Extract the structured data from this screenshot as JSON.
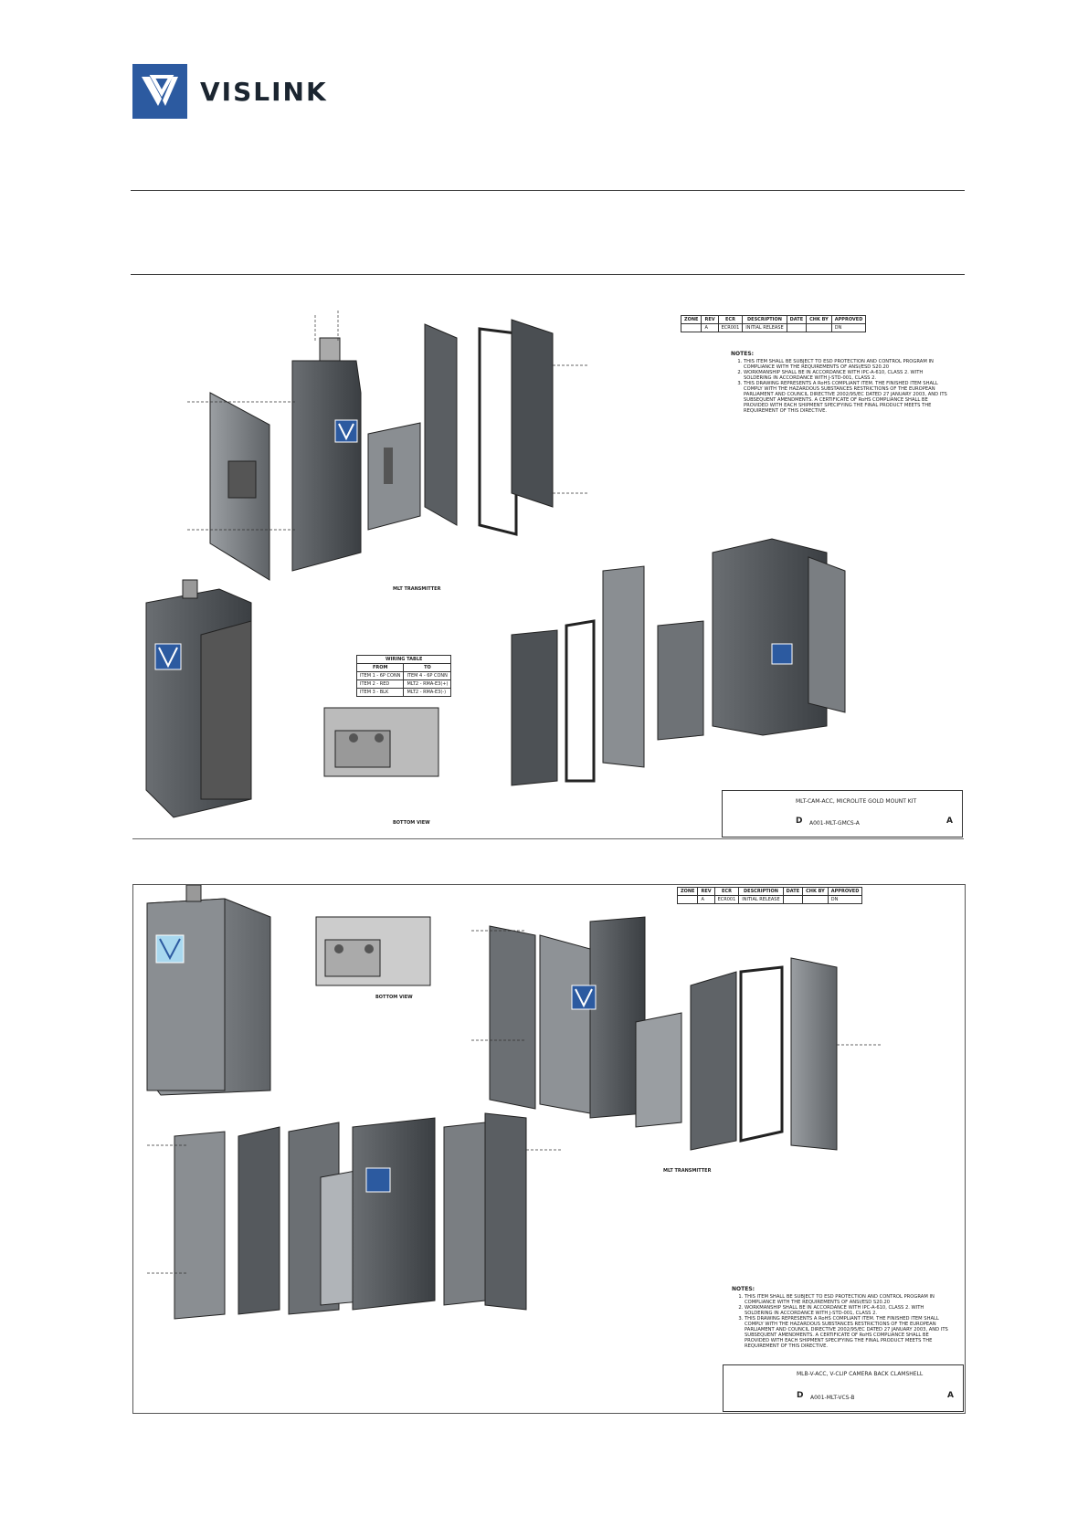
{
  "header": {
    "brand": "VISLINK",
    "logo_color": "#2c5aa0"
  },
  "sheet1": {
    "revision_header": [
      "ZONE",
      "REV",
      "ECR",
      "DESCRIPTION",
      "DATE",
      "CHK BY",
      "APPROVED"
    ],
    "revision_row": [
      "",
      "A",
      "ECR001",
      "INITIAL RELEASE",
      "",
      "",
      "DN"
    ],
    "notes_title": "NOTES:",
    "notes": [
      "THIS ITEM SHALL BE SUBJECT TO ESD PROTECTION AND CONTROL PROGRAM IN COMPLIANCE WITH THE REQUIREMENTS OF ANSI/ESD S20.20",
      "WORKMANSHIP SHALL BE IN ACCORDANCE WITH IPC-A-610, CLASS 2. WITH SOLDERING IN ACCORDANCE WITH J-STD-001, CLASS 2.",
      "THIS DRAWING REPRESENTS A RoHS COMPLIANT ITEM. THE FINISHED ITEM SHALL COMPLY WITH THE HAZARDOUS SUBSTANCES RESTRICTIONS OF THE EUROPEAN PARLIAMENT AND COUNCIL DIRECTIVE 2002/95/EC DATED 27 JANUARY 2003, AND ITS SUBSEQUENT AMENDMENTS. A CERTIFICATE OF RoHS COMPLIANCE SHALL BE PROVIDED WITH EACH SHIPMENT SPECIFYING THE FINAL PRODUCT MEETS THE REQUIREMENT OF THIS DIRECTIVE."
    ],
    "wiring_table_title": "WIRING TABLE",
    "wiring_header": [
      "FROM",
      "TO"
    ],
    "wiring_rows": [
      [
        "ITEM 1 - 6P CONN",
        "ITEM 4 - 6P CONN"
      ],
      [
        "ITEM 2 - RED",
        "MLT2 - RMA-E3(+)"
      ],
      [
        "ITEM 3 - BLK",
        "MLT2 - RMA-E3(-)"
      ]
    ],
    "caption_transmitter": "MLT TRANSMITTER",
    "caption_bottom": "BOTTOM VIEW",
    "title_block_title": "MLT-CAM-ACC, MICROLITE GOLD MOUNT KIT",
    "title_block_size": "D",
    "title_block_dwg": "A001-MLT-GMCS-A",
    "title_block_rev": "A"
  },
  "sheet2": {
    "revision_header": [
      "ZONE",
      "REV",
      "ECR",
      "DESCRIPTION",
      "DATE",
      "CHK BY",
      "APPROVED"
    ],
    "revision_row": [
      "",
      "A",
      "ECR001",
      "INITIAL RELEASE",
      "",
      "",
      "DN"
    ],
    "caption_bottom": "BOTTOM VIEW",
    "caption_transmitter": "MLT TRANSMITTER",
    "notes_title": "NOTES:",
    "notes": [
      "THIS ITEM SHALL BE SUBJECT TO ESD PROTECTION AND CONTROL PROGRAM IN COMPLIANCE WITH THE REQUIREMENTS OF ANSI/ESD S20.20",
      "WORKMANSHIP SHALL BE IN ACCORDANCE WITH IPC-A-610, CLASS 2. WITH SOLDERING IN ACCORDANCE WITH J-STD-001, CLASS 2.",
      "THIS DRAWING REPRESENTS A RoHS COMPLIANT ITEM. THE FINISHED ITEM SHALL COMPLY WITH THE HAZARDOUS SUBSTANCES RESTRICTIONS OF THE EUROPEAN PARLIAMENT AND COUNCIL DIRECTIVE 2002/95/EC DATED 27 JANUARY 2003, AND ITS SUBSEQUENT AMENDMENTS. A CERTIFICATE OF RoHS COMPLIANCE SHALL BE PROVIDED WITH EACH SHIPMENT SPECIFYING THE FINAL PRODUCT MEETS THE REQUIREMENT OF THIS DIRECTIVE."
    ],
    "title_block_title": "MLB-V-ACC, V-CLIP CAMERA BACK CLAMSHELL",
    "title_block_size": "D",
    "title_block_dwg": "A001-MLT-VCS-B",
    "title_block_rev": "A"
  }
}
